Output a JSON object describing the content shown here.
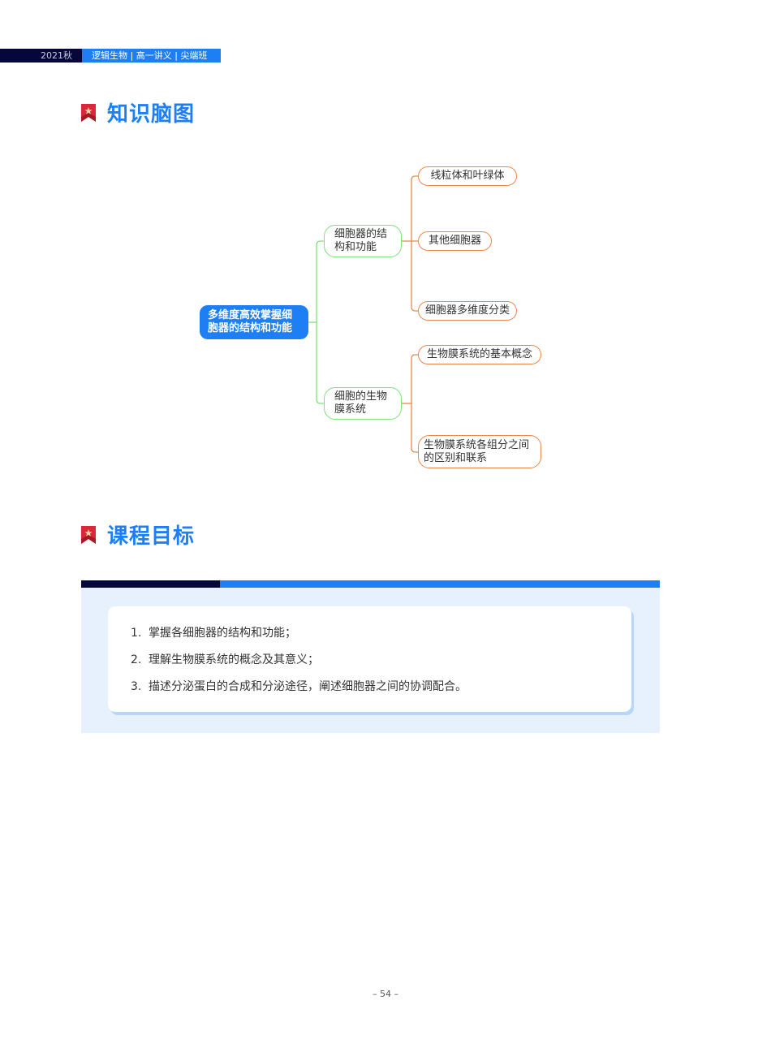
{
  "header": {
    "term": "2021秋",
    "course": "逻辑生物 | 高一讲义 | 尖端班",
    "colors": {
      "dark": "#05073a",
      "accent": "#1e7ff5"
    }
  },
  "sections": {
    "mind_map": {
      "title": "知识脑图",
      "icon": "bookmark-star-icon"
    },
    "objectives": {
      "title": "课程目标",
      "icon": "bookmark-star-icon"
    }
  },
  "mind_map": {
    "root": {
      "line1": "多维度高效掌握细",
      "line2": "胞器的结构和功能"
    },
    "branches": [
      {
        "line1": "细胞器的结",
        "line2": "构和功能",
        "children": [
          {
            "label": "线粒体和叶绿体"
          },
          {
            "label": "其他细胞器"
          },
          {
            "label": "细胞器多维度分类"
          }
        ]
      },
      {
        "line1": "细胞的生物",
        "line2": "膜系统",
        "children": [
          {
            "label": "生物膜系统的基本概念"
          },
          {
            "line1": "生物膜系统各组分之间",
            "line2": "的区别和联系"
          }
        ]
      }
    ],
    "colors": {
      "root": "#1e7ff5",
      "branch": "#7fe07f",
      "leaf": "#e8884d"
    }
  },
  "objectives": {
    "items": [
      {
        "num": "1.",
        "text": "掌握各细胞器的结构和功能；"
      },
      {
        "num": "2.",
        "text": "理解生物膜系统的概念及其意义；"
      },
      {
        "num": "3.",
        "text": "描述分泌蛋白的合成和分泌途径，阐述细胞器之间的协调配合。"
      }
    ]
  },
  "footer": {
    "page": "– 54 –"
  }
}
